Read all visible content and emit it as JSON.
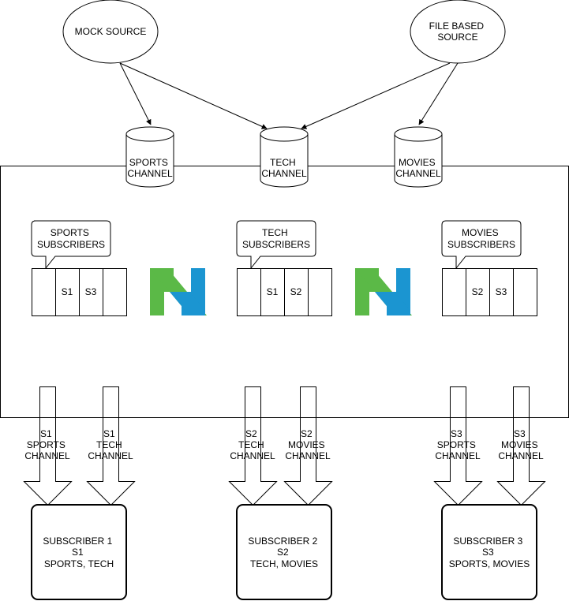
{
  "sources": {
    "mock": [
      "MOCK SOURCE"
    ],
    "file": [
      "FILE BASED",
      "SOURCE"
    ]
  },
  "channels": {
    "sports": [
      "SPORTS",
      "CHANNEL"
    ],
    "tech": [
      "TECH",
      "CHANNEL"
    ],
    "movies": [
      "MOVIES",
      "CHANNEL"
    ]
  },
  "subscriber_lists": {
    "sports": {
      "label": [
        "SPORTS",
        "SUBSCRIBERS"
      ],
      "cells": [
        "",
        "S1",
        "S3",
        ""
      ]
    },
    "tech": {
      "label": [
        "TECH",
        "SUBSCRIBERS"
      ],
      "cells": [
        "",
        "S1",
        "S2",
        ""
      ]
    },
    "movies": {
      "label": [
        "MOVIES",
        "SUBSCRIBERS"
      ],
      "cells": [
        "",
        "S2",
        "S3",
        ""
      ]
    }
  },
  "arrow_labels": {
    "s1_sports": [
      "S1",
      "SPORTS",
      "CHANNEL"
    ],
    "s1_tech": [
      "S1",
      "TECH",
      "CHANNEL"
    ],
    "s2_tech": [
      "S2",
      "TECH",
      "CHANNEL"
    ],
    "s2_movies": [
      "S2",
      "MOVIES",
      "CHANNEL"
    ],
    "s3_sports": [
      "S3",
      "SPORTS",
      "CHANNEL"
    ],
    "s3_movies": [
      "S3",
      "MOVIES",
      "CHANNEL"
    ]
  },
  "subscribers": {
    "sub1": [
      "SUBSCRIBER 1",
      "S1",
      "SPORTS, TECH"
    ],
    "sub2": [
      "SUBSCRIBER 2",
      "S2",
      "TECH, MOVIES"
    ],
    "sub3": [
      "SUBSCRIBER 3",
      "S3",
      "SPORTS, MOVIES"
    ]
  },
  "colors": {
    "stroke": "#000000",
    "logo_green": "#5BB947",
    "logo_blue": "#1B95D1"
  },
  "icons": {
    "logo": "nats-logo-icon"
  }
}
